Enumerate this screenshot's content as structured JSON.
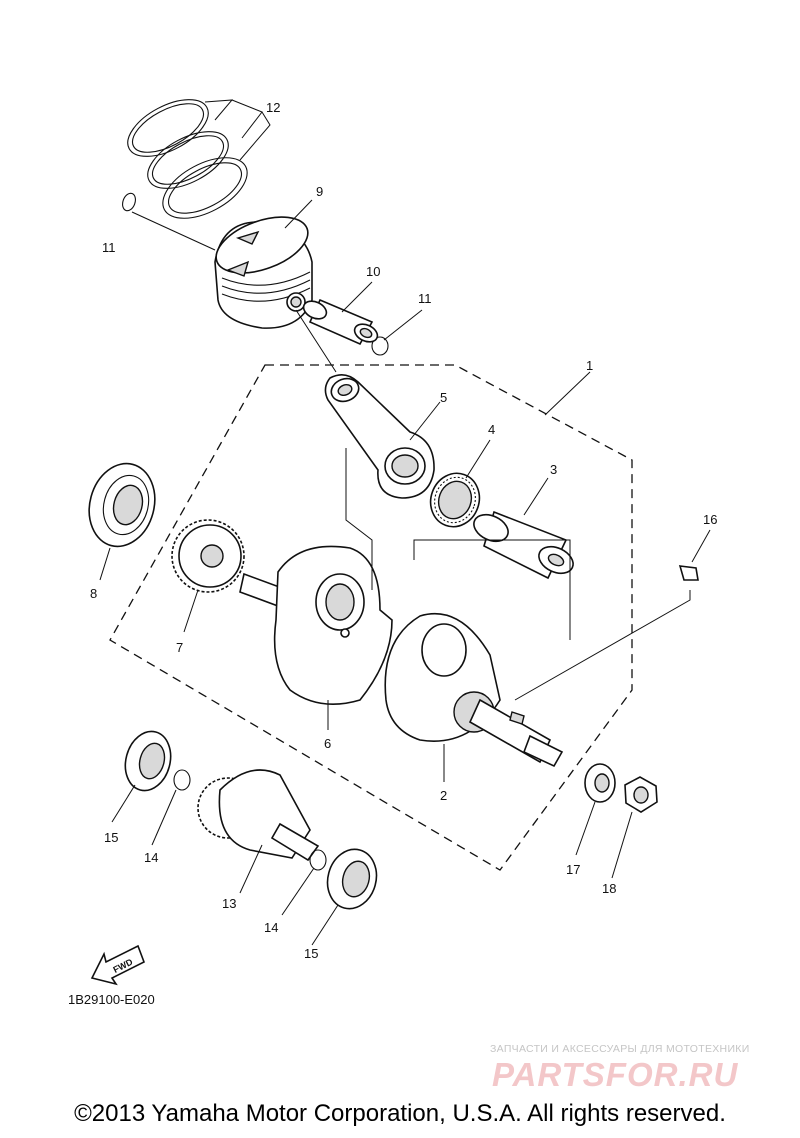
{
  "callouts": {
    "c1": "1",
    "c2": "2",
    "c3": "3",
    "c4": "4",
    "c5": "5",
    "c6": "6",
    "c7": "7",
    "c8": "8",
    "c9": "9",
    "c10": "10",
    "c11a": "11",
    "c11b": "11",
    "c12": "12",
    "c13": "13",
    "c14a": "14",
    "c14b": "14",
    "c15a": "15",
    "c15b": "15",
    "c16": "16",
    "c17": "17",
    "c18": "18"
  },
  "fwd_label": "FWD",
  "diagram_code": "1B29100-E020",
  "watermark": {
    "subtitle": "ЗАПЧАСТИ И АКСЕССУАРЫ ДЛЯ МОТОТЕХНИКИ",
    "logo": "PARTSFOR.RU"
  },
  "copyright": "©2013 Yamaha Motor Corporation, U.S.A. All rights reserved."
}
